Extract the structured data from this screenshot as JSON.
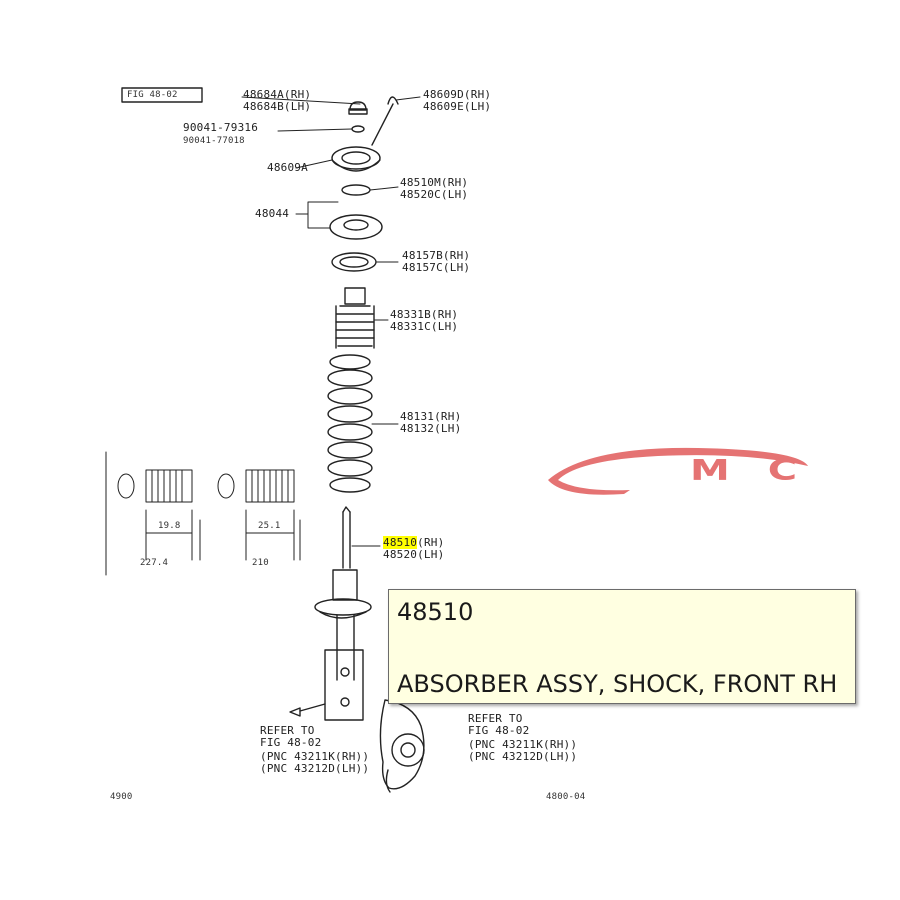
{
  "diagram": {
    "header_box": "FIG 48-02",
    "callouts": {
      "c_48684": [
        "48684A(RH)",
        "48684B(LH)"
      ],
      "c_48609_top": [
        "48609D(RH)",
        "48609E(LH)"
      ],
      "c_90041": [
        "90041-79316",
        "90041-77018"
      ],
      "c_48609a": [
        "48609A"
      ],
      "c_48510m": [
        "48510M(RH)",
        "48520C(LH)"
      ],
      "c_48044": [
        "48044"
      ],
      "c_48157": [
        "48157B(RH)",
        "48157C(LH)"
      ],
      "c_48331": [
        "48331B(RH)",
        "48331C(LH)"
      ],
      "c_48131": [
        "48131(RH)",
        "48132(LH)"
      ],
      "c_48510": "48510",
      "c_48510_suffix": "(RH)",
      "c_48520": "48520(LH)",
      "refer_left": [
        "REFER TO",
        "FIG 48-02",
        "(PNC 43211K(RH))",
        "(PNC 43212D(LH))"
      ],
      "refer_right": [
        "REFER TO",
        "FIG 48-02",
        "(PNC 43211K(RH))",
        "(PNC 43212D(LH))"
      ],
      "corner_left": "4900",
      "corner_right": "4800-04",
      "inset_left_dims": [
        "19.8",
        "227.4"
      ],
      "inset_right_dims": [
        "25.1",
        "210"
      ]
    }
  },
  "watermark": {
    "text": "MC",
    "color": "#e57373"
  },
  "tooltip": {
    "part_number": "48510",
    "description": "ABSORBER ASSY, SHOCK, FRONT RH"
  }
}
